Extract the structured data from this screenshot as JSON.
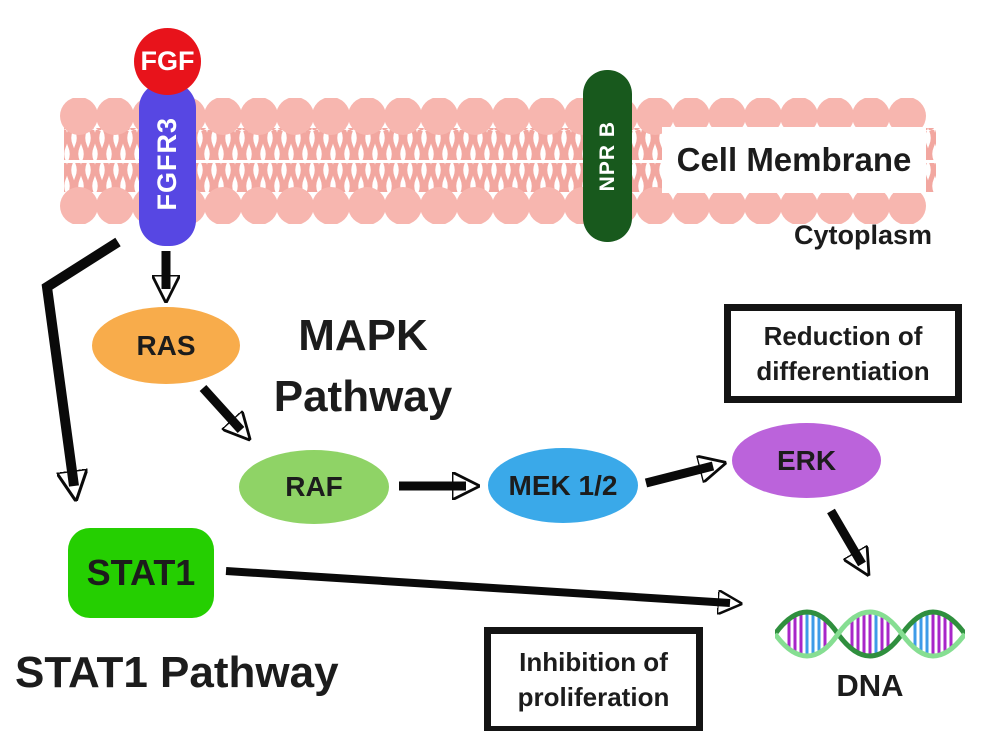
{
  "diagram": {
    "cell_membrane_label": "Cell Membrane",
    "cytoplasm_label": "Cytoplasm",
    "ligand": {
      "label": "FGF"
    },
    "receptors": [
      {
        "label": "FGFR3"
      },
      {
        "label": "NPR B"
      }
    ],
    "nodes": [
      {
        "label": "RAS"
      },
      {
        "label": "RAF"
      },
      {
        "label": "MEK 1/2"
      },
      {
        "label": "ERK"
      },
      {
        "label": "STAT1"
      }
    ],
    "pathway_titles": {
      "mapk_line1": "MAPK",
      "mapk_line2": "Pathway",
      "stat1": "STAT1 Pathway"
    },
    "outcomes": [
      {
        "line1": "Reduction of",
        "line2": "differentiation"
      },
      {
        "line1": "Inhibition of",
        "line2": "proliferation"
      }
    ],
    "dna_label": "DNA"
  },
  "colors": {
    "ligand-red": "#e8131b",
    "fgfr3-blue": "#5747e3",
    "nprb-green": "#18591d",
    "membrane-head": "#f7b6af",
    "membrane-tail": "#f2a7a0",
    "ras-orange": "#f8ac4b",
    "raf-green": "#8fd366",
    "mek-blue": "#3aa9e9",
    "erk-purple": "#bb63db",
    "stat1-green": "#25cf01",
    "ink": "#1c1c1c"
  }
}
